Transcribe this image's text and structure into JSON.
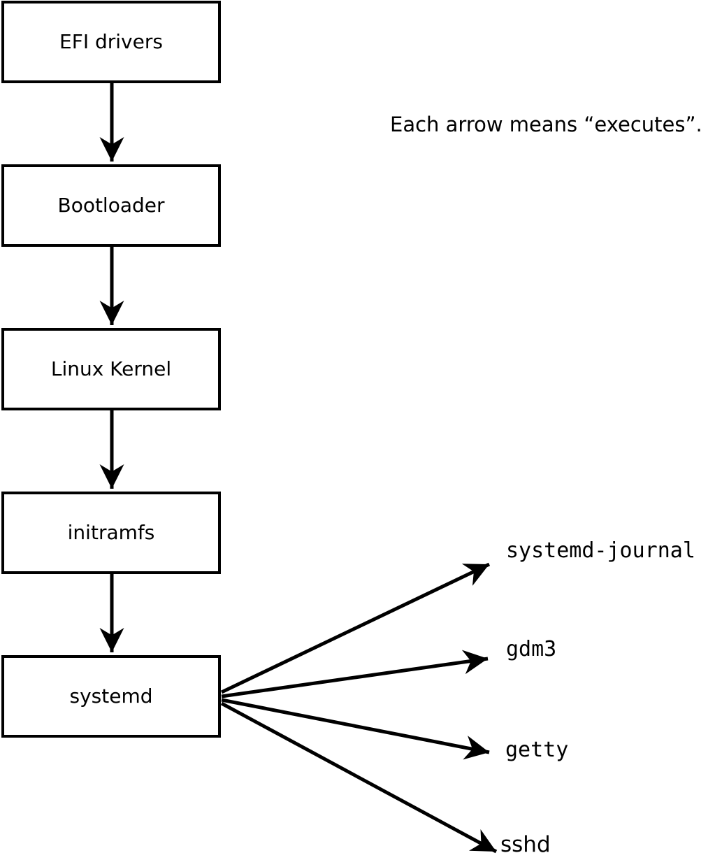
{
  "note": {
    "text": "Each arrow means “executes”."
  },
  "chain": [
    {
      "label": "EFI drivers"
    },
    {
      "label": "Bootloader"
    },
    {
      "label": "Linux Kernel"
    },
    {
      "label": "initramfs"
    },
    {
      "label": "systemd"
    }
  ],
  "targets": [
    {
      "label": "systemd-journal"
    },
    {
      "label": "gdm3"
    },
    {
      "label": "getty"
    },
    {
      "label": "sshd"
    }
  ],
  "edges": [
    {
      "from": "EFI drivers",
      "to": "Bootloader"
    },
    {
      "from": "Bootloader",
      "to": "Linux Kernel"
    },
    {
      "from": "Linux Kernel",
      "to": "initramfs"
    },
    {
      "from": "initramfs",
      "to": "systemd"
    },
    {
      "from": "systemd",
      "to": "systemd-journal"
    },
    {
      "from": "systemd",
      "to": "gdm3"
    },
    {
      "from": "systemd",
      "to": "getty"
    },
    {
      "from": "systemd",
      "to": "sshd"
    }
  ],
  "colors": {
    "line": "#000000",
    "background": "#ffffff",
    "box_fill": "#ffffff",
    "text": "#000000"
  }
}
